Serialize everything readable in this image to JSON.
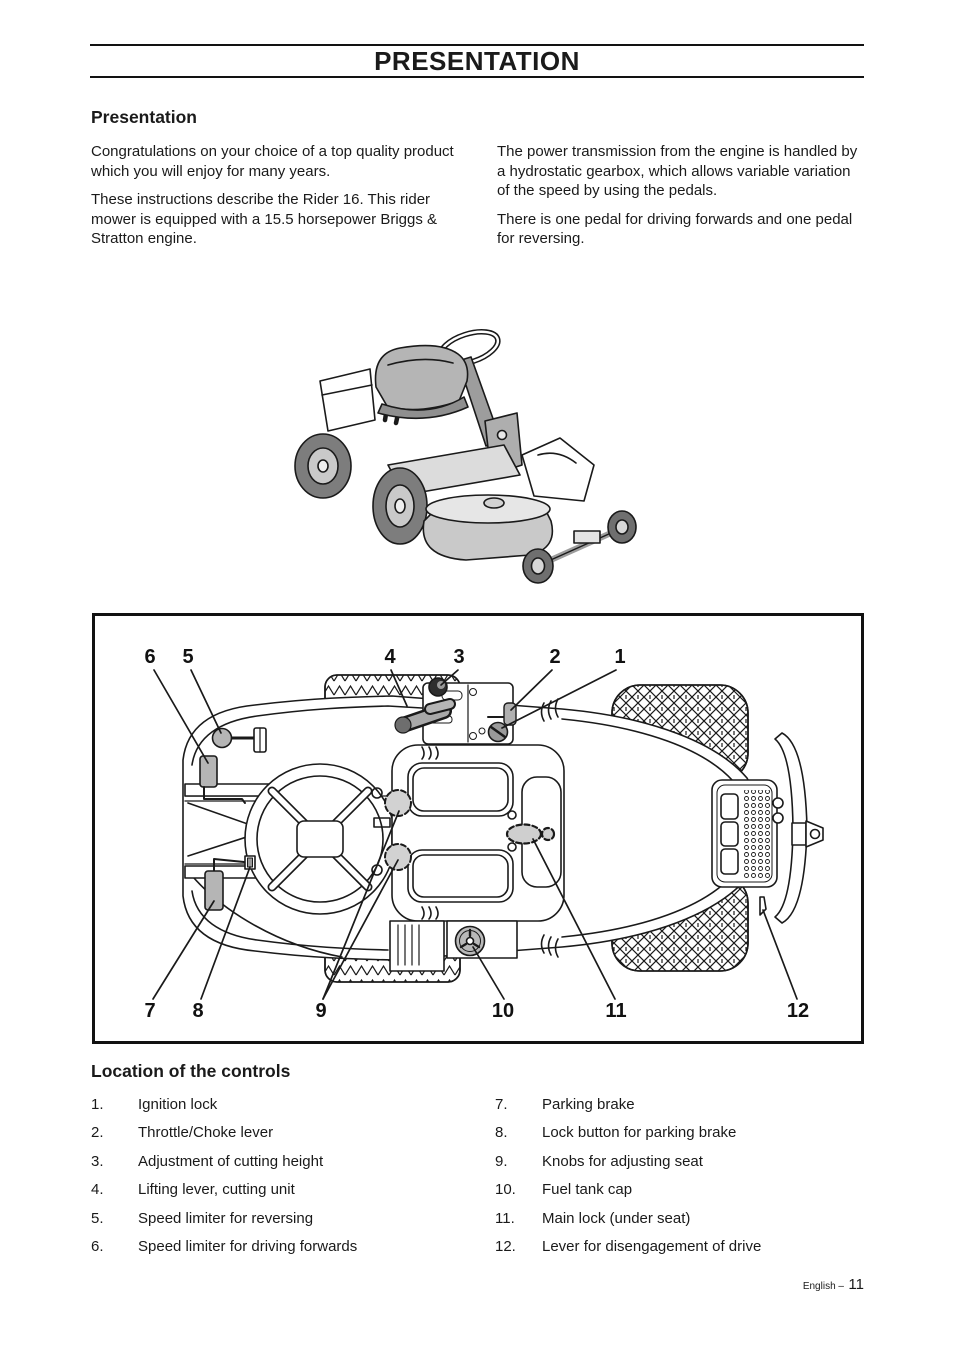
{
  "theme": {
    "ink": "#1a1a1a",
    "paper": "#ffffff",
    "part_gray": "#b5b5b5"
  },
  "header": {
    "title": "PRESENTATION"
  },
  "intro": {
    "heading": "Presentation",
    "left_paragraphs": [
      "Congratulations on your choice of a top quality product which you will enjoy for many years.",
      "These instructions describe the Rider 16. This rider mower is equipped with a 15.5 horsepower Briggs & Stratton engine."
    ],
    "right_paragraphs": [
      "The power transmission from the engine is handled by a hydrostatic gearbox, which allows variable variation of the speed by using the pedals.",
      "There is one pedal for driving forwards and one pedal for reversing."
    ]
  },
  "diagram": {
    "callouts_top": [
      "6",
      "5",
      "4",
      "3",
      "2",
      "1"
    ],
    "callouts_bottom": [
      "7",
      "8",
      "9",
      "10",
      "11",
      "12"
    ]
  },
  "controls": {
    "heading": "Location of the controls",
    "items": [
      {
        "num": "1.",
        "label": "Ignition lock"
      },
      {
        "num": "2.",
        "label": "Throttle/Choke lever"
      },
      {
        "num": "3.",
        "label": "Adjustment of cutting height"
      },
      {
        "num": "4.",
        "label": "Lifting lever, cutting unit"
      },
      {
        "num": "5.",
        "label": "Speed limiter for reversing"
      },
      {
        "num": "6.",
        "label": "Speed limiter for driving forwards"
      },
      {
        "num": "7.",
        "label": "Parking brake"
      },
      {
        "num": "8.",
        "label": "Lock button for parking brake"
      },
      {
        "num": "9.",
        "label": "Knobs for adjusting seat"
      },
      {
        "num": "10.",
        "label": "Fuel tank cap"
      },
      {
        "num": "11.",
        "label": "Main lock (under seat)"
      },
      {
        "num": "12.",
        "label": "Lever for disengagement of drive"
      }
    ]
  },
  "footer": {
    "language": "English –",
    "page_number": "11"
  }
}
